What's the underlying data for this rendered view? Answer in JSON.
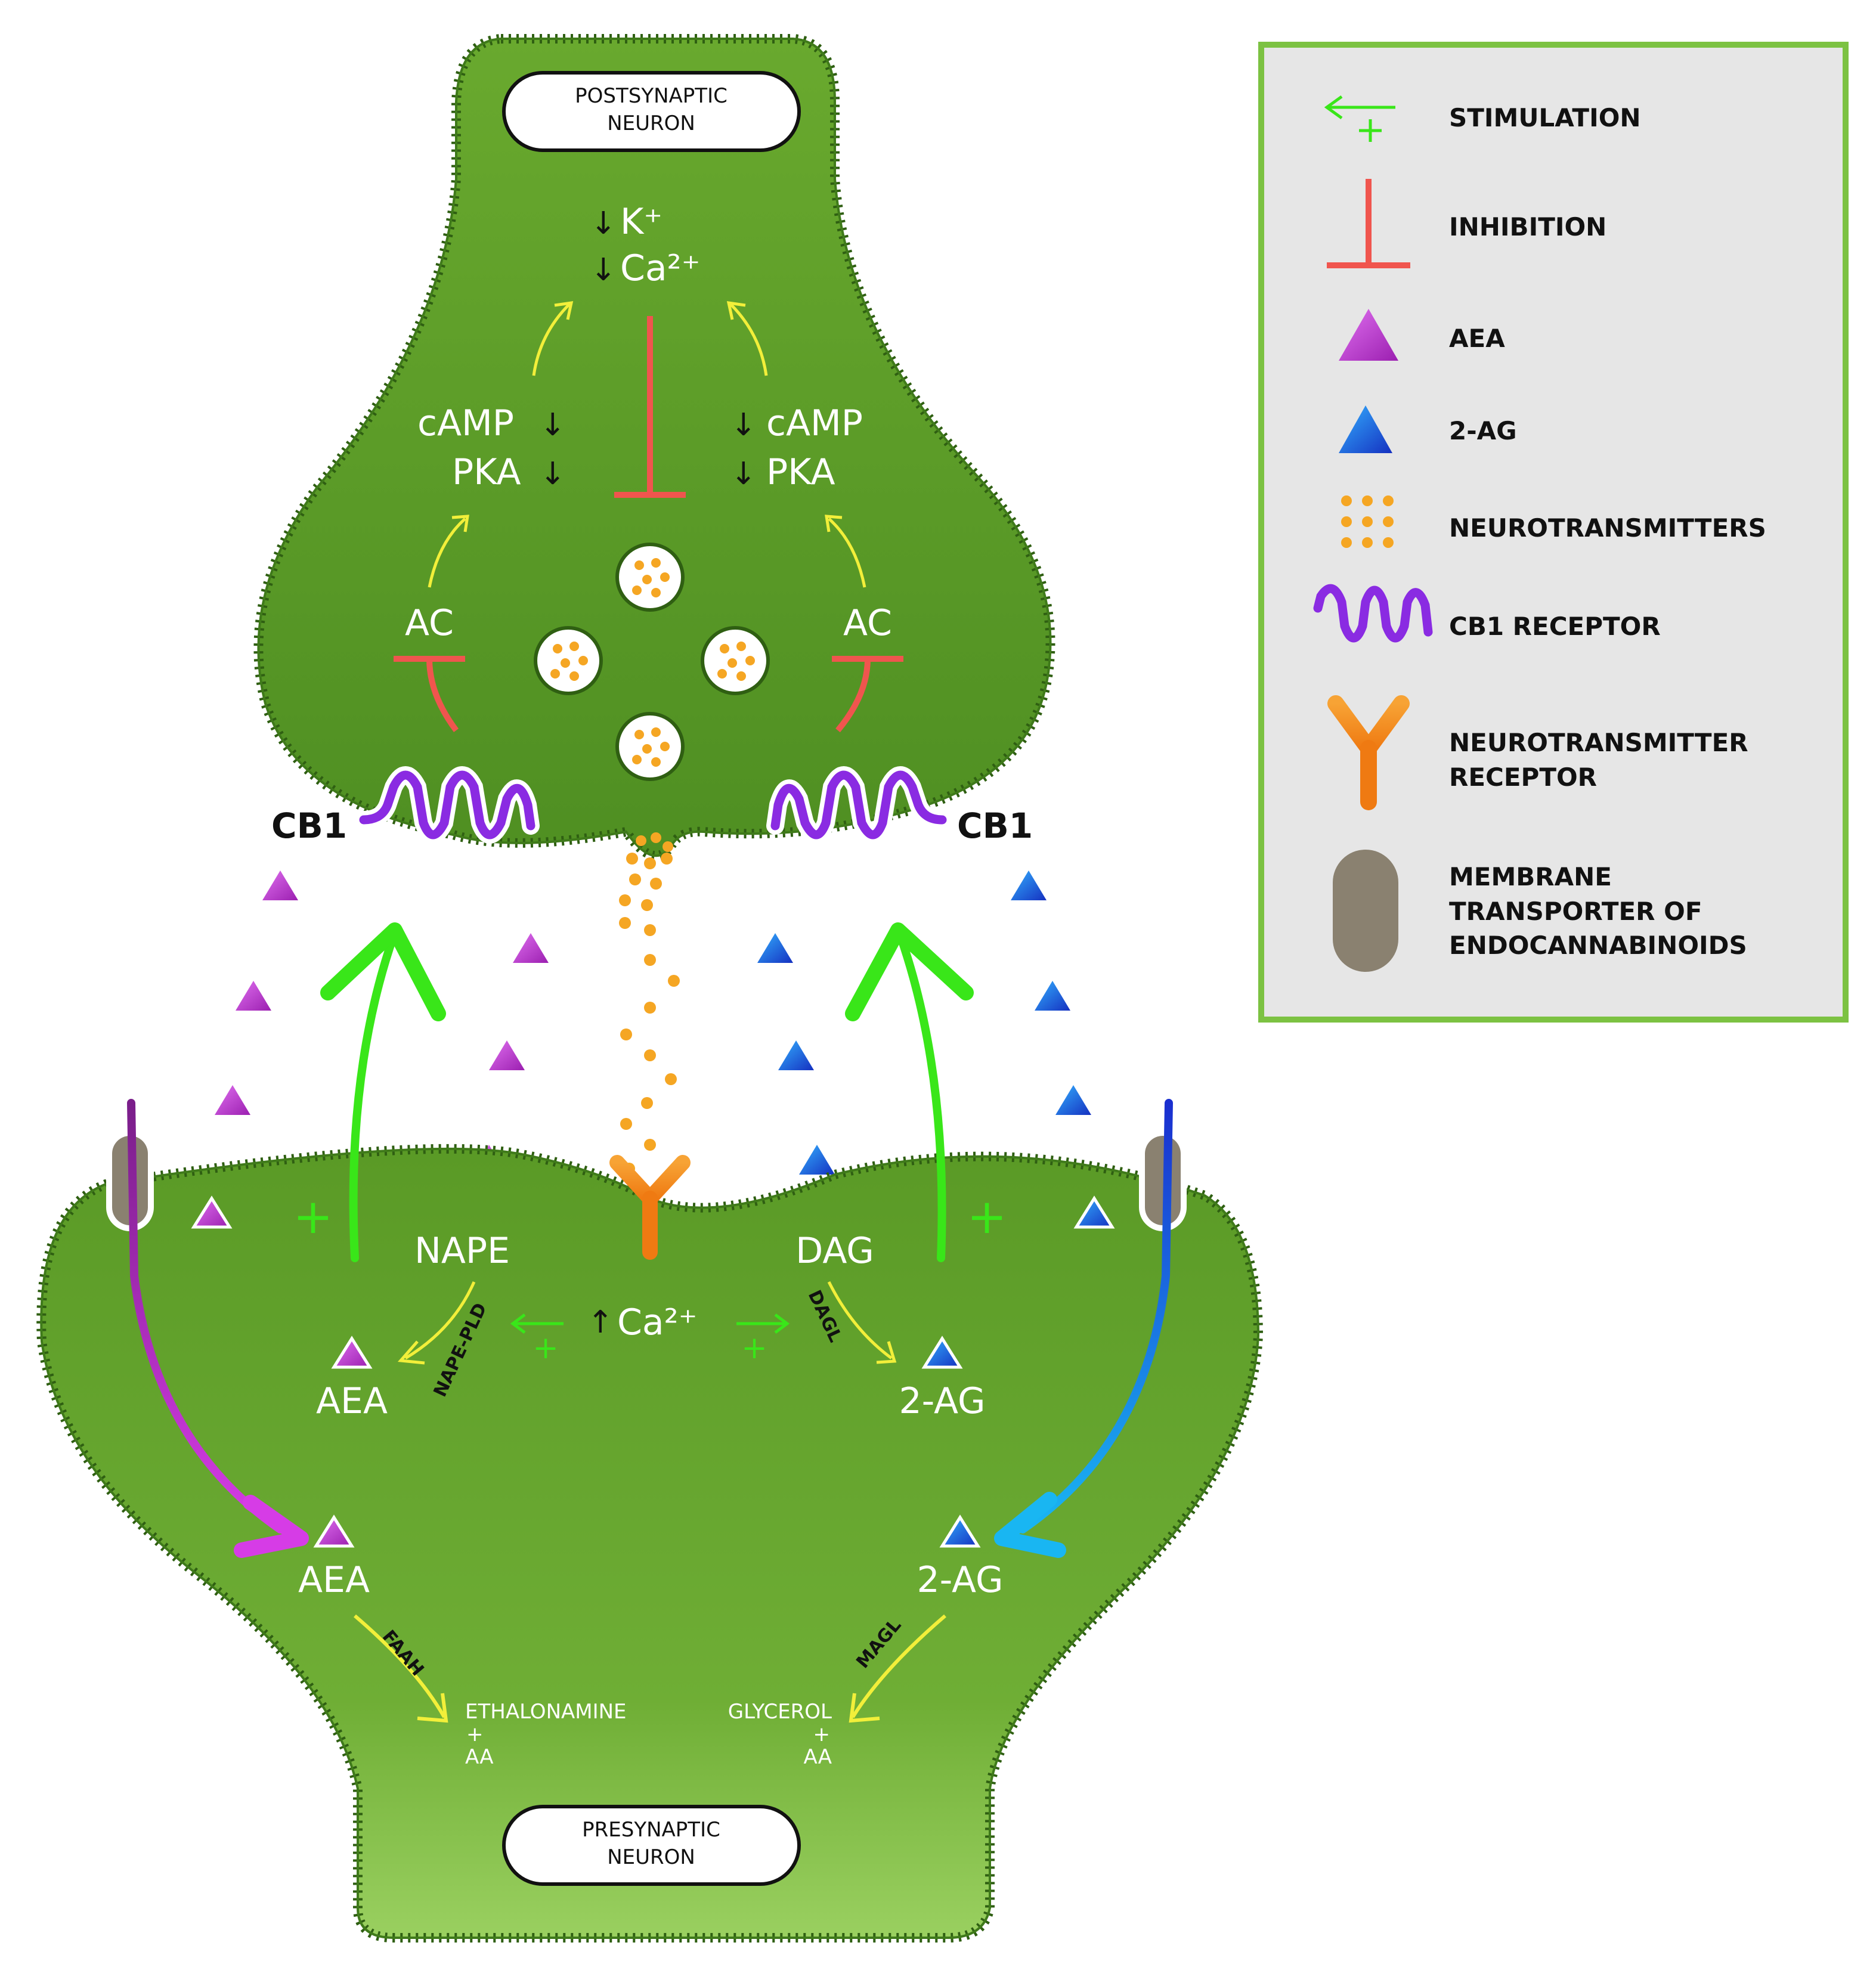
{
  "neurons": {
    "postsynaptic": [
      "POSTSYNAPTIC",
      "NEURON"
    ],
    "presynaptic": [
      "PRESYNAPTIC",
      "NEURON"
    ]
  },
  "ions": {
    "k": "K⁺",
    "ca": "Ca²⁺",
    "ca_pre": "Ca²⁺"
  },
  "post_left": {
    "camp": "cAMP",
    "pka": "PKA",
    "ac": "AC"
  },
  "post_right": {
    "camp": "cAMP",
    "pka": "PKA",
    "ac": "AC"
  },
  "cb1": {
    "left": "CB1",
    "right": "CB1"
  },
  "pre": {
    "nape": "NAPE",
    "dag": "DAG",
    "aea_top": "AEA",
    "twoag_top": "2-AG",
    "aea_bottom": "AEA",
    "twoag_bottom": "2-AG",
    "enzymes": {
      "nape_pld": "NAPE-PLD",
      "dagl": "DAGL",
      "faah": "FAAH",
      "magl": "MAGL"
    },
    "products_left": {
      "name": "ETHALONAMINE",
      "plus": "+",
      "aa": "AA"
    },
    "products_right": {
      "name": "GLYCEROL",
      "plus": "+",
      "aa": "AA"
    },
    "plus": "+"
  },
  "legend": {
    "items": [
      {
        "label": "STIMULATION",
        "icon": "stimulation-icon"
      },
      {
        "label": "INHIBITION",
        "icon": "inhibition-icon"
      },
      {
        "label": "AEA",
        "icon": "aea-triangle-icon"
      },
      {
        "label": "2-AG",
        "icon": "2ag-triangle-icon"
      },
      {
        "label": "NEUROTRANSMITTERS",
        "icon": "neurotransmitter-dots-icon"
      },
      {
        "label": "CB1 RECEPTOR",
        "icon": "cb1-receptor-icon"
      },
      {
        "label": [
          "NEUROTRANSMITTER",
          "RECEPTOR"
        ],
        "icon": "neurotransmitter-receptor-icon"
      },
      {
        "label": [
          "MEMBRANE",
          "TRANSPORTER OF",
          "ENDOCANNABINOIDS"
        ],
        "icon": "membrane-transporter-icon"
      }
    ]
  },
  "colors": {
    "neuron_fill": "#5f9e2a",
    "neuron_light": "#94cc5a",
    "membrane": "#2f5f12",
    "stimulation": "#39e619",
    "inhibition": "#f0554e",
    "aea": "#c23bd0",
    "two_ag": "#1a5fe0",
    "neurotransmitter": "#f5a623",
    "cb1": "#8a2be2",
    "nt_receptor": "#f58a1f",
    "transporter": "#8a8170",
    "yellow_arrow": "#f2ef3a",
    "legend_bg": "#e6e6e6",
    "legend_border": "#7cc242"
  }
}
